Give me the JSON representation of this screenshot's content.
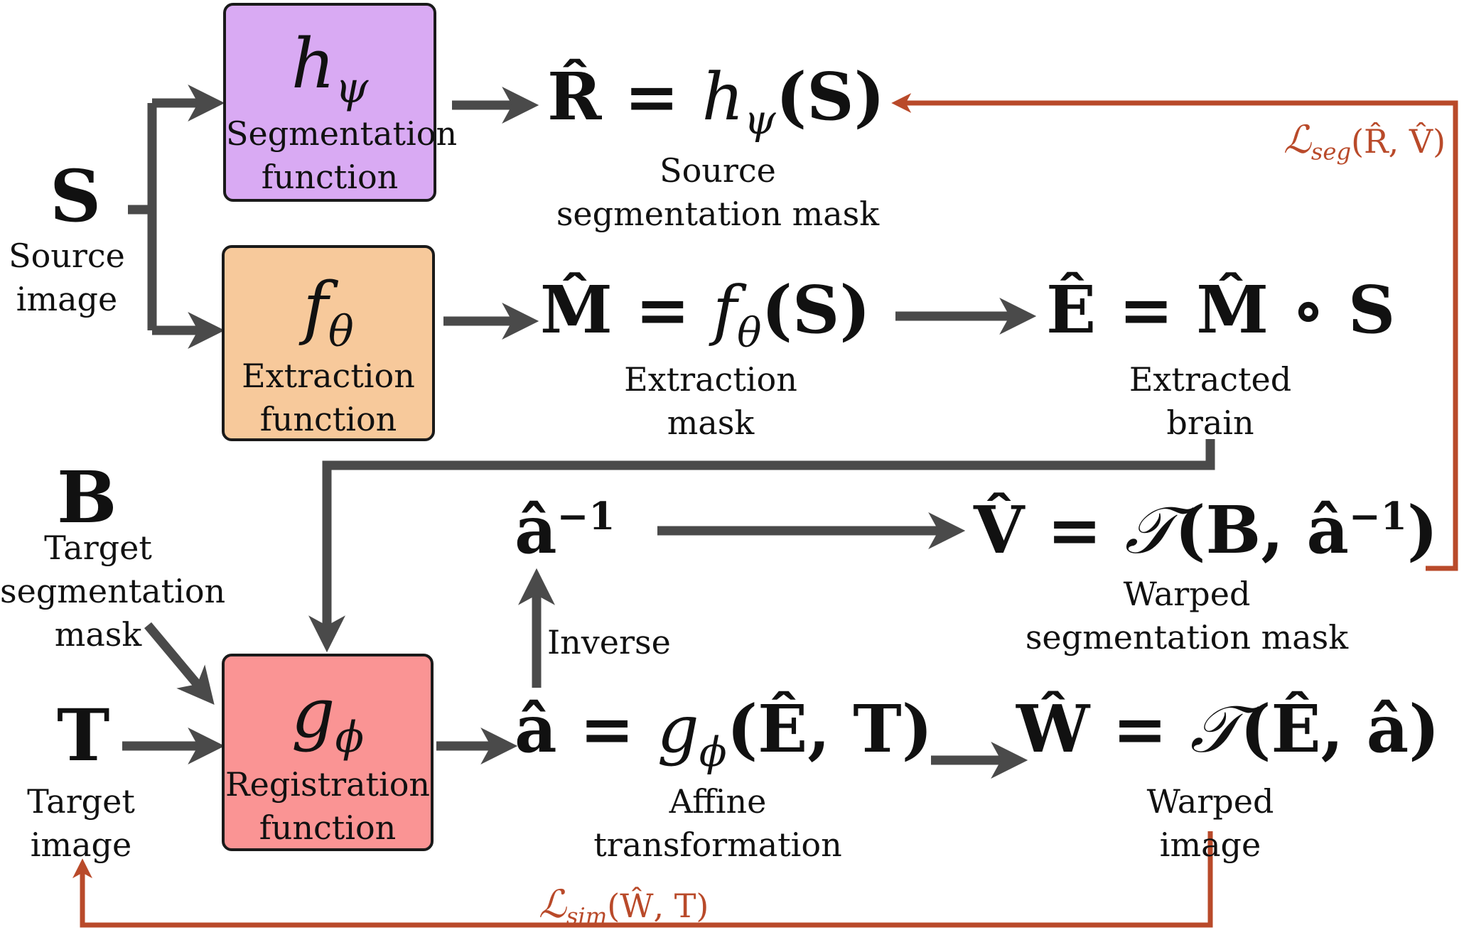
{
  "inputs": {
    "source_symbol": "S",
    "source_label": "Source\nimage",
    "target_seg_symbol": "B",
    "target_seg_label": "Target\nsegmentation\nmask",
    "target_symbol": "T",
    "target_label": "Target\nimage"
  },
  "boxes": {
    "segmentation": {
      "symbol": "h",
      "subscript": "ψ",
      "label": "Segmentation\nfunction",
      "fill": "#d9aaf3"
    },
    "extraction": {
      "symbol": "f",
      "subscript": "θ",
      "label": "Extraction\nfunction",
      "fill": "#f7c99b"
    },
    "registration": {
      "symbol": "g",
      "subscript": "ϕ",
      "label": "Registration\nfunction",
      "fill": "#fa9494"
    }
  },
  "outputs": {
    "seg_mask": {
      "lhs": "R̂",
      "fn": "h",
      "fn_sub": "ψ",
      "args": "(S)",
      "label": "Source\nsegmentation mask"
    },
    "ext_mask": {
      "lhs": "M̂",
      "fn": "f",
      "fn_sub": "θ",
      "args": "(S)",
      "label": "Extraction\nmask"
    },
    "brain": {
      "lhs": "Ê",
      "rhs_a": "M̂",
      "op": "∘",
      "rhs_b": "S",
      "label": "Extracted\nbrain"
    },
    "inverse": {
      "base": "â",
      "exp": "−1",
      "label": "Inverse"
    },
    "warped_seg": {
      "lhs": "V̂",
      "fn": "𝒯",
      "args_open": "(B, ",
      "arg_b": "â",
      "arg_b_exp": "−1",
      "args_close": ")",
      "label": "Warped\nsegmentation mask"
    },
    "affine": {
      "lhs": "â",
      "fn": "g",
      "fn_sub": "ϕ",
      "args": "(Ê, T)",
      "label": "Affine\ntransformation"
    },
    "warped_img": {
      "lhs": "Ŵ",
      "fn": "𝒯",
      "args": "(Ê, â)",
      "label": "Warped\nimage"
    }
  },
  "losses": {
    "seg": {
      "symbol": "ℒ",
      "subscript": "seg",
      "args": "(R̂, V̂)"
    },
    "sim": {
      "symbol": "ℒ",
      "subscript": "sim",
      "args": "(Ŵ, T)"
    }
  },
  "colors": {
    "arrow": "#4a4a4a",
    "loss": "#b94a2a"
  }
}
